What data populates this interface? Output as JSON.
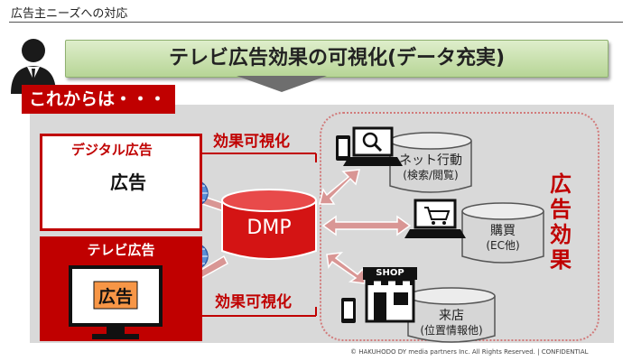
{
  "header": {
    "title": "広告主ニーズへの対応"
  },
  "banner": {
    "text": "テレビ広告効果の可視化(データ充実)"
  },
  "corner_label": "これからは・・・",
  "digital_ad": {
    "label": "デジタル広告",
    "screen_text": "広告"
  },
  "tv_ad": {
    "label": "テレビ広告",
    "screen_text": "広告"
  },
  "connector_labels": {
    "top": "効果可視化",
    "bottom": "効果可視化"
  },
  "dmp": {
    "label": "DMP"
  },
  "data_sources": [
    {
      "title": "ネット行動",
      "sub": "(検索/閲覧)",
      "icon": "laptop-search-icon"
    },
    {
      "title": "購買",
      "sub": "(EC他)",
      "icon": "laptop-cart-icon"
    },
    {
      "title": "来店",
      "sub": "(位置情報他)",
      "icon": "shop-icon"
    }
  ],
  "shop_sign": "SHOP",
  "ad_effect_label": "広告効果",
  "footer": {
    "copyright": "© HAKUHODO DY media partners Inc. All Rights Reserved. | CONFIDENTIAL"
  },
  "colors": {
    "accent_red": "#c00000",
    "arrow_pink": "#d99694",
    "banner_green": "#c4dfa6",
    "panel_gray": "#d9d9d9"
  }
}
